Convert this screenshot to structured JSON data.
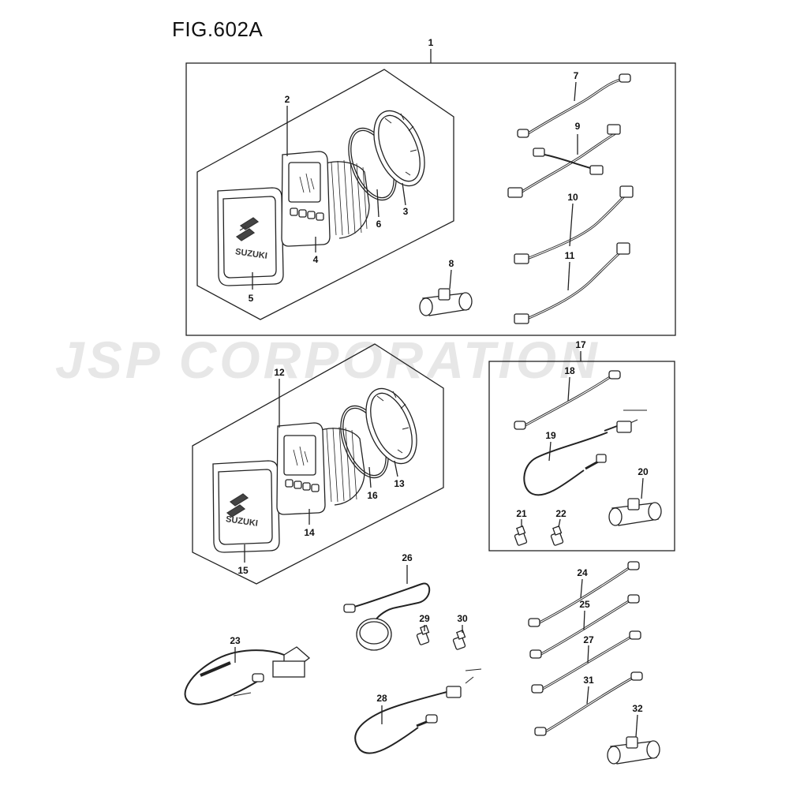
{
  "figure": {
    "title": "FIG.602A"
  },
  "watermark": {
    "text": "JSP CORPORATION"
  },
  "brand": {
    "logo_text": "SUZUKI"
  },
  "callouts": {
    "c1": "1",
    "c2": "2",
    "c3": "3",
    "c4": "4",
    "c5": "5",
    "c6": "6",
    "c7": "7",
    "c8": "8",
    "c9": "9",
    "c10": "10",
    "c11": "11",
    "c12": "12",
    "c13": "13",
    "c14": "14",
    "c15": "15",
    "c16": "16",
    "c17": "17",
    "c18": "18",
    "c19": "19",
    "c20": "20",
    "c21": "21",
    "c22": "22",
    "c23": "23",
    "c24": "24",
    "c25": "25",
    "c26": "26",
    "c27": "27",
    "c28": "28",
    "c29": "29",
    "c30": "30",
    "c31": "31",
    "c32": "32"
  }
}
